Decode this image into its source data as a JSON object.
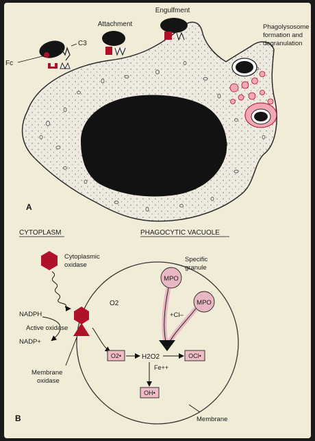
{
  "panel_a": {
    "letter": "A",
    "stages": {
      "attachment": "Attachment",
      "engulfment": "Engulfment",
      "phagolysosome_line1": "Phagolysosome",
      "phagolysosome_line2": "formation and",
      "phagolysosome_line3": "degranulation"
    },
    "labels": {
      "c3": "C3",
      "fc": "Fc"
    }
  },
  "panel_b": {
    "letter": "B",
    "headings": {
      "cytoplasm": "CYTOPLASM",
      "vacuole": "PHAGOCYTIC VACUOLE"
    },
    "cyto_oxidase_line1": "Cytoplasmic",
    "cyto_oxidase_line2": "oxidase",
    "nadph": "NADPH",
    "active_oxidase": "Active oxidase",
    "nadp": "NADP+",
    "membrane_oxidase_line1": "Membrane",
    "membrane_oxidase_line2": "oxidase",
    "o2": "O2",
    "superoxide": "O2•",
    "h2o2": "H2O2",
    "ocl": "OCl•",
    "fe": "Fe++",
    "oh": "OH•",
    "cl": "+Cl–",
    "mpo": "MPO",
    "specific_granule_line1": "Specific",
    "specific_granule_line2": "granule",
    "membrane": "Membrane"
  },
  "colors": {
    "background": "#f1ecd8",
    "cell_fill": "#efeadf",
    "nucleus": "#121212",
    "receptor_red": "#b0112a",
    "granule_pink": "#f2a7b4",
    "mpo_pink": "#e9b7c1",
    "box_pink": "#eebcc4"
  }
}
